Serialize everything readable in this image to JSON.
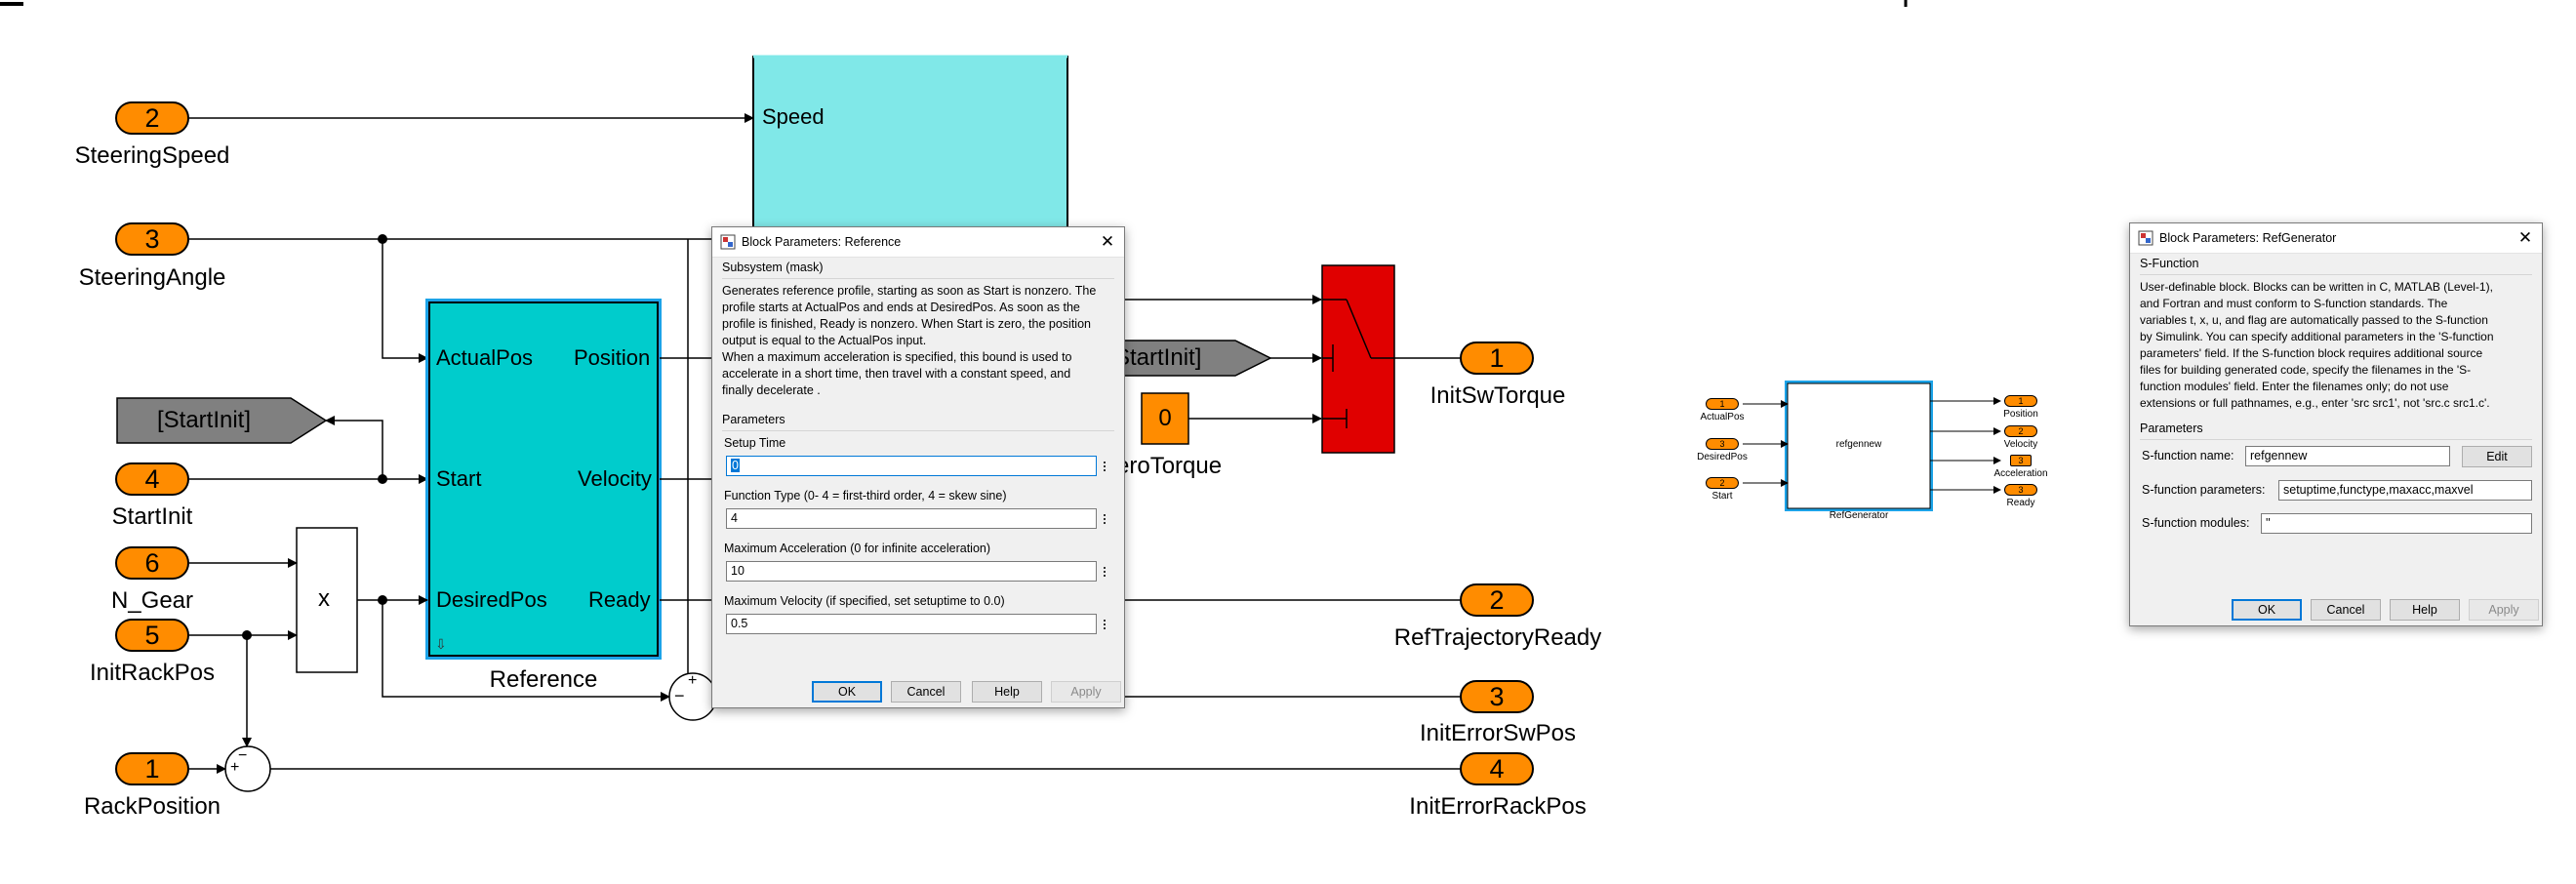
{
  "diagram": {
    "inports": [
      {
        "num": "2",
        "name": "SteeringSpeed"
      },
      {
        "num": "3",
        "name": "SteeringAngle"
      },
      {
        "num": "4",
        "name": "StartInit"
      },
      {
        "num": "6",
        "name": "N_Gear"
      },
      {
        "num": "5",
        "name": "InitRackPos"
      },
      {
        "num": "1",
        "name": "RackPosition"
      }
    ],
    "outports": [
      {
        "num": "1",
        "name": "InitSwTorque"
      },
      {
        "num": "2",
        "name": "RefTrajectoryReady"
      },
      {
        "num": "3",
        "name": "InitErrorSwPos"
      },
      {
        "num": "4",
        "name": "InitErrorRackPos"
      }
    ],
    "speed_block_port": "Speed",
    "goto_tag": "[StartInit]",
    "from_tag": "StartInit]",
    "constant": {
      "value": "0",
      "name_partial": "eroTorque"
    },
    "product_symbol": "x",
    "sum_plus": "+",
    "sum_minus": "−",
    "reference_block": {
      "name": "Reference",
      "inputs": [
        "ActualPos",
        "Start",
        "DesiredPos"
      ],
      "outputs": [
        "Position",
        "Velocity",
        "Ready"
      ]
    },
    "colors": {
      "port": "#ff8c00",
      "reference_fill": "#00cccc",
      "speed_block_fill": "#80e8e8",
      "switch_fill": "#e00000",
      "tag_fill": "#808080"
    }
  },
  "reference_dialog": {
    "title": "Block Parameters: Reference",
    "section": "Subsystem (mask)",
    "description": [
      "Generates reference profile, starting as soon as Start is nonzero. The",
      "profile starts at ActualPos and ends at DesiredPos. As soon as the",
      "profile is finished, Ready is nonzero. When Start is zero, the position",
      "output is equal to the ActualPos input.",
      "When a maximum acceleration is specified, this bound is used to",
      "accelerate in a short time, then travel with a constant speed, and",
      "finally decelerate ."
    ],
    "params_header": "Parameters",
    "params": [
      {
        "label": "Setup Time",
        "value": "0"
      },
      {
        "label": "Function Type (0- 4 = first-third order, 4 = skew sine)",
        "value": "4"
      },
      {
        "label": "Maximum Acceleration (0 for infinite acceleration)",
        "value": "10"
      },
      {
        "label": "Maximum Velocity (if specified, set setuptime to 0.0)",
        "value": "0.5"
      }
    ],
    "buttons": {
      "ok": "OK",
      "cancel": "Cancel",
      "help": "Help",
      "apply": "Apply"
    }
  },
  "refgen": {
    "block_text": "refgennew",
    "name": "RefGenerator",
    "inputs": [
      {
        "num": "1",
        "name": "ActualPos"
      },
      {
        "num": "3",
        "name": "DesiredPos"
      },
      {
        "num": "2",
        "name": "Start"
      }
    ],
    "outputs": [
      {
        "num": "1",
        "name": "Position"
      },
      {
        "num": "2",
        "name": "Velocity"
      },
      {
        "num": "3",
        "name": "Acceleration"
      },
      {
        "num": "3",
        "name": "Ready"
      }
    ]
  },
  "sfunction_dialog": {
    "title": "Block Parameters: RefGenerator",
    "section": "S-Function",
    "description": [
      "User-definable block.  Blocks can be written in C, MATLAB (Level-1),",
      "and Fortran and must conform to S-function standards.  The",
      "variables t, x, u, and flag are automatically passed to the S-function",
      "by Simulink.  You can specify additional parameters in the 'S-function",
      "parameters' field. If the S-function block requires additional source",
      "files for building generated code, specify the filenames in the 'S-",
      "function modules' field. Enter the filenames only; do not use",
      "extensions or full pathnames, e.g., enter 'src src1', not 'src.c src1.c'."
    ],
    "params_header": "Parameters",
    "name_label": "S-function name:",
    "name_value": "refgennew",
    "edit_label": "Edit",
    "params_label": "S-function parameters:",
    "params_value": "setuptime,functype,maxacc,maxvel",
    "modules_label": "S-function modules:",
    "modules_value": "''",
    "buttons": {
      "ok": "OK",
      "cancel": "Cancel",
      "help": "Help",
      "apply": "Apply"
    }
  }
}
